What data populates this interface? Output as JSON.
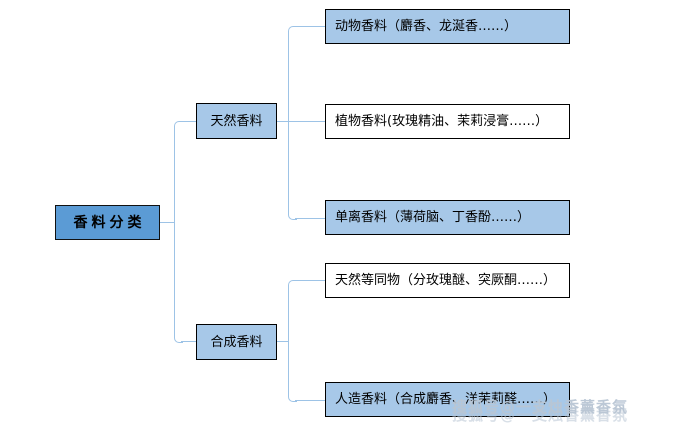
{
  "diagram": {
    "type": "tree",
    "title": "香料分类",
    "root": {
      "label": "香料分类",
      "fill": "#5B9BD5",
      "border": "#111111"
    },
    "branches": [
      {
        "label": "天然香料",
        "fill": "#A7C8E8",
        "children": [
          {
            "label": "动物香料（麝香、龙涎香……）",
            "fill": "#A7C8E8"
          },
          {
            "label": "植物香料(玫瑰精油、茉莉浸膏……）",
            "fill": "#FFFFFF"
          },
          {
            "label": "单离香料（薄荷脑、丁香酚……）",
            "fill": "#A7C8E8"
          }
        ]
      },
      {
        "label": "合成香料",
        "fill": "#A7C8E8",
        "children": [
          {
            "label": "天然等同物（分玫瑰醚、突厥酮……）",
            "fill": "#FFFFFF"
          },
          {
            "label": "人造香料（合成麝香、洋茉莉醛……）",
            "fill": "#A7C8E8"
          }
        ]
      }
    ],
    "connector_color": "#9DC3E6"
  },
  "watermark": {
    "text": "搜狐号@一支烛香薰香氛"
  }
}
